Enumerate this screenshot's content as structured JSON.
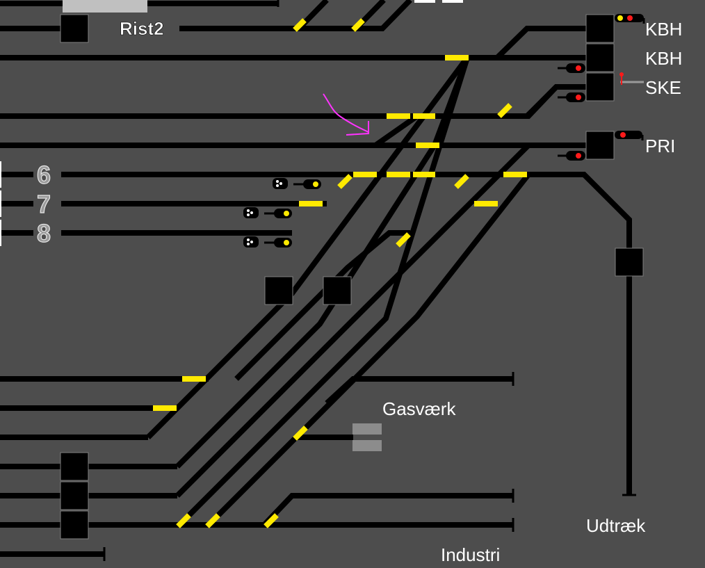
{
  "panel": {
    "labels": {
      "rist2": "Rist2",
      "kbh1": "KBH",
      "kbh2": "KBH",
      "ske": "SKE",
      "pri": "PRI",
      "gasvaerk": "Gasværk",
      "udtraek": "Udtræk",
      "industri": "Industri"
    },
    "track_numbers": {
      "t6": "6",
      "t7": "7",
      "t8": "8"
    }
  },
  "colors": {
    "background": "#4d4d4d",
    "track": "#000000",
    "switch_segment": "#ffea00",
    "signal_red": "#ff1a1a",
    "signal_yellow": "#ffea00",
    "platform_grey": "#c0c0c0",
    "annotation_magenta": "#ff33ff",
    "label_white": "#ffffff"
  },
  "icons": {
    "signal": "signal-lamp-icon",
    "button": "block-button-icon",
    "annotation": "arrow-annotation-icon"
  }
}
